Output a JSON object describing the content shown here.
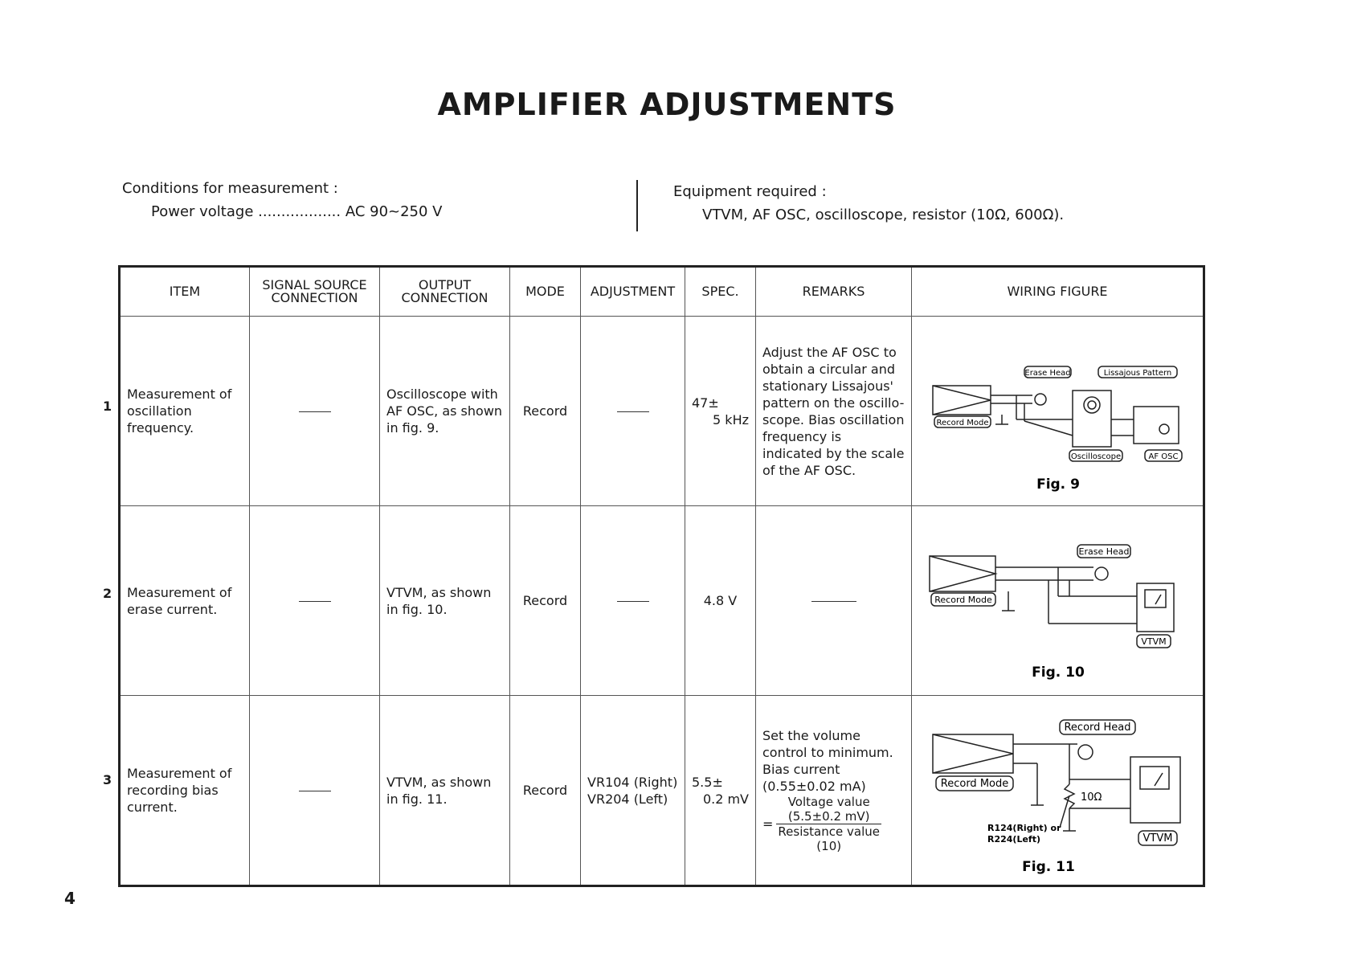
{
  "page": {
    "title": "AMPLIFIER ADJUSTMENTS",
    "page_number": "4"
  },
  "conditions": {
    "label": "Conditions for measurement :",
    "detail": "Power voltage .................. AC 90~250 V"
  },
  "equipment": {
    "label": "Equipment required :",
    "detail": "VTVM, AF OSC, oscilloscope, resistor (10Ω, 600Ω)."
  },
  "table": {
    "headers": {
      "item": "ITEM",
      "signal_1": "SIGNAL SOURCE",
      "signal_2": "CONNECTION",
      "output_1": "OUTPUT",
      "output_2": "CONNECTION",
      "mode": "MODE",
      "adjustment": "ADJUSTMENT",
      "spec": "SPEC.",
      "remarks": "REMARKS",
      "wiring": "WIRING FIGURE"
    },
    "rows": [
      {
        "number": "1",
        "item": "Measurement of oscillation frequency.",
        "output": "Oscilloscope with AF OSC, as shown in fig. 9.",
        "mode": "Record",
        "spec_1": "47±",
        "spec_2": "5 kHz",
        "remarks": "Adjust the AF OSC to obtain a circular and stationary Lissajous' pattern on the oscillo-scope. Bias oscillation frequency is indicated by the scale of the AF OSC.",
        "figure": {
          "caption": "Fig. 9",
          "labels": {
            "erase_head": "Erase Head",
            "lissajous": "Lissajous Pattern",
            "record_mode": "Record Mode",
            "oscilloscope": "Oscilloscope",
            "af_osc": "AF OSC"
          }
        }
      },
      {
        "number": "2",
        "item": "Measurement of erase current.",
        "output": "VTVM, as shown in fig. 10.",
        "mode": "Record",
        "spec": "4.8 V",
        "figure": {
          "caption": "Fig. 10",
          "labels": {
            "erase_head": "Erase Head",
            "record_mode": "Record Mode",
            "vtvm": "VTVM"
          }
        }
      },
      {
        "number": "3",
        "item": "Measurement of recording bias current.",
        "output": "VTVM, as shown in fig. 11.",
        "mode": "Record",
        "adjustment_1": "VR104 (Right)",
        "adjustment_2": "VR204 (Left)",
        "spec_1": "5.5±",
        "spec_2": "0.2 mV",
        "remarks_1": "Set the volume control to minimum.",
        "remarks_2": "Bias current",
        "remarks_3": "(0.55±0.02 mA)",
        "remarks_num_1": "Voltage value",
        "remarks_num_2": "(5.5±0.2 mV)",
        "remarks_den_1": "Resistance value",
        "remarks_den_2": "(10)",
        "remarks_eq": "=",
        "figure": {
          "caption": "Fig. 11",
          "labels": {
            "record_head": "Record Head",
            "record_mode": "Record Mode",
            "resistor": "10Ω",
            "r124": "R124(Right) or",
            "r224": "R224(Left)",
            "vtvm": "VTVM"
          }
        }
      }
    ]
  }
}
